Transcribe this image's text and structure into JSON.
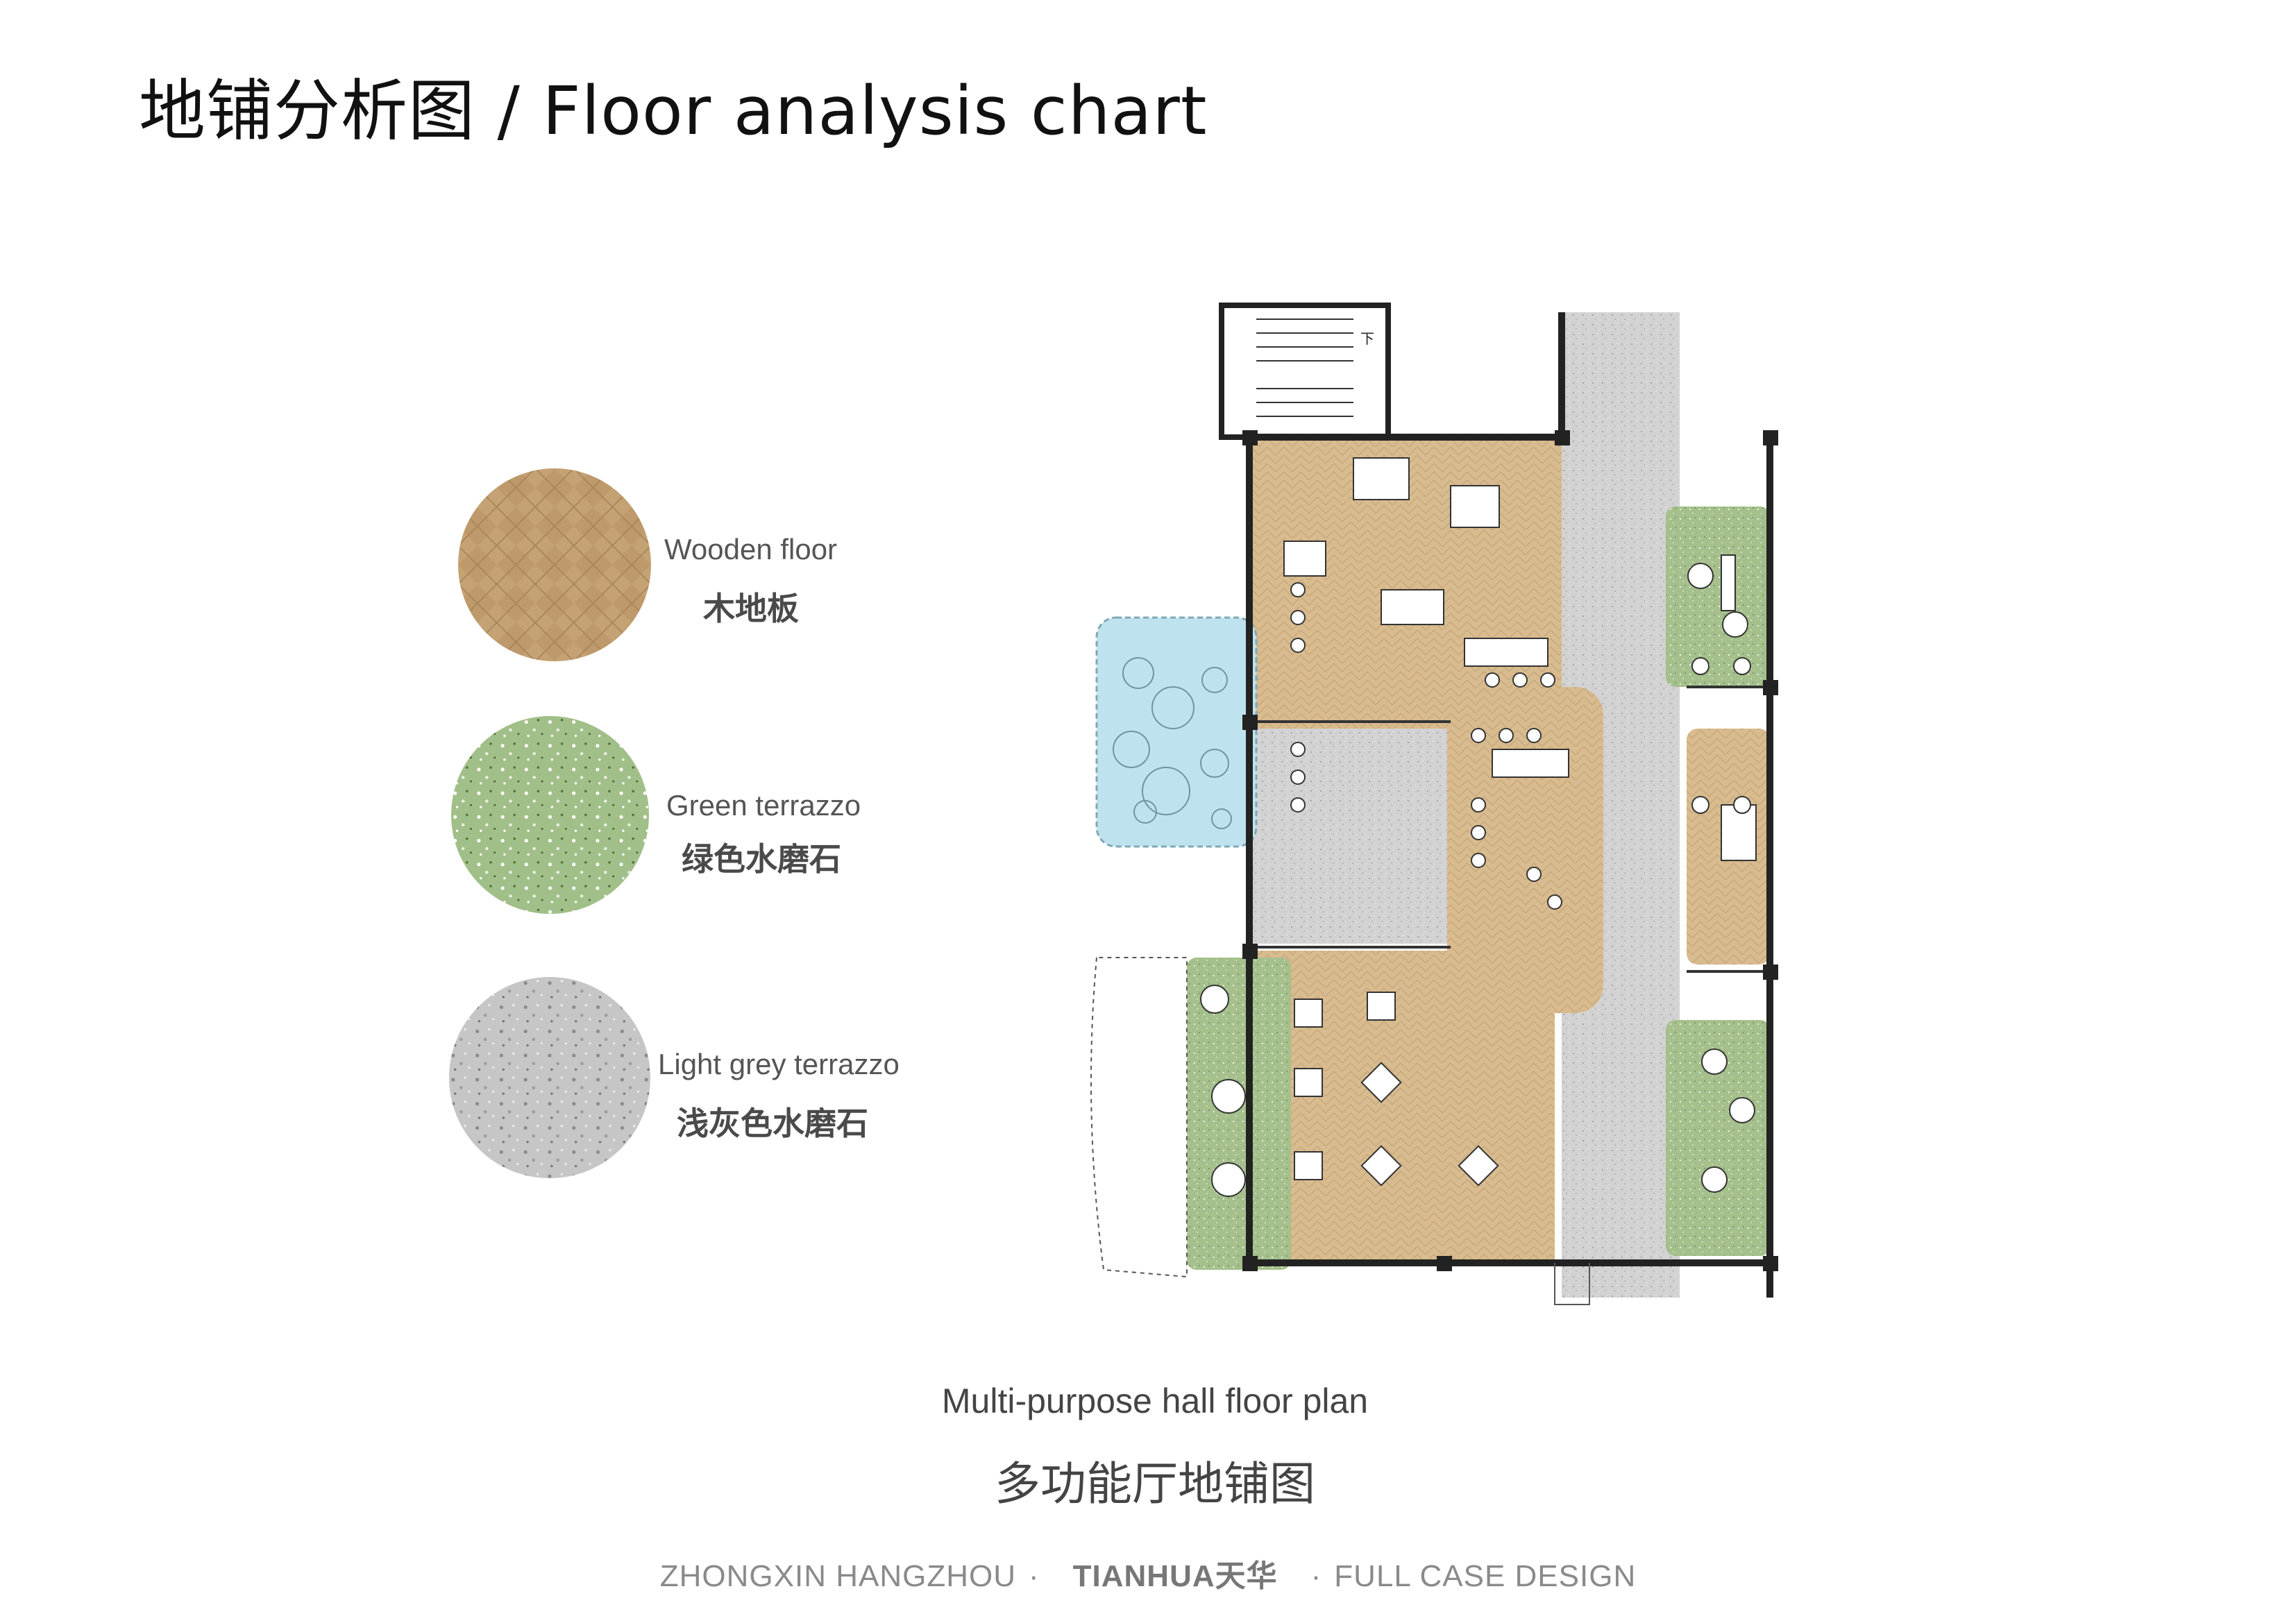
{
  "title": "地铺分析图 / Floor analysis chart",
  "legend": [
    {
      "en": "Wooden floor",
      "zh": "木地板",
      "color": "#c9a777",
      "pattern": "herringbone-wood"
    },
    {
      "en": "Green terrazzo",
      "zh": "绿色水磨石",
      "color": "#9dbb84",
      "pattern": "terrazzo-green"
    },
    {
      "en": "Light grey terrazzo",
      "zh": "浅灰色水磨石",
      "color": "#c3c3c3",
      "pattern": "terrazzo-grey"
    }
  ],
  "plan": {
    "caption_en": "Multi-purpose hall floor plan",
    "caption_zh": "多功能厅地铺图",
    "stair_label": "下",
    "pool_color": "#bfe3ee"
  },
  "footer": {
    "left": "ZHONGXIN HANGZHOU",
    "brand": "TIANHUA天华",
    "right": "FULL CASE DESIGN",
    "separator": "·"
  }
}
